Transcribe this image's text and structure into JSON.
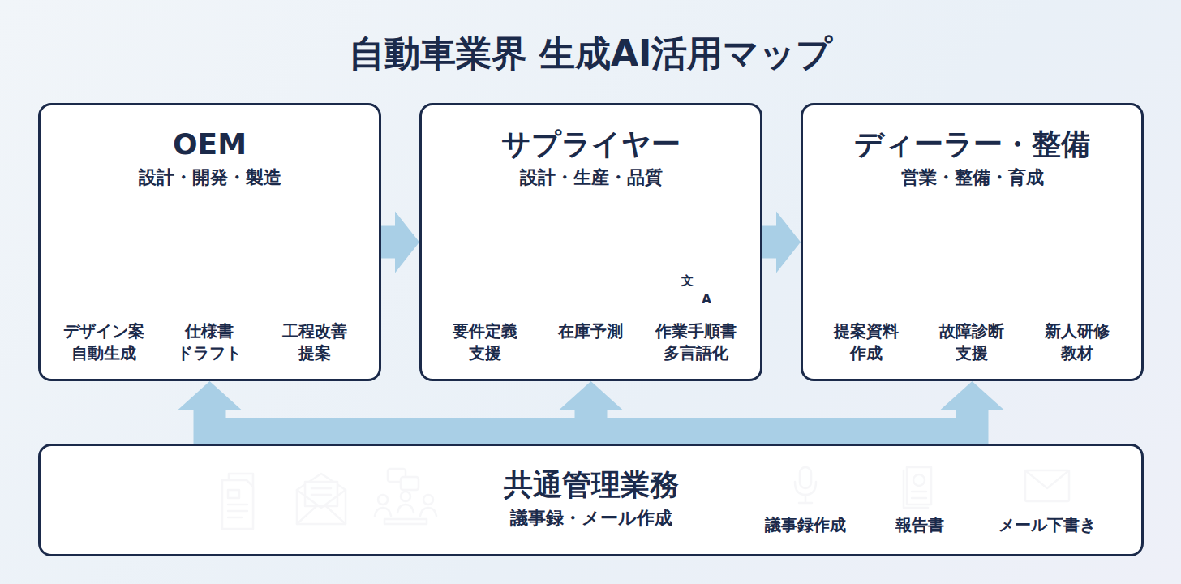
{
  "diagram": {
    "title": "自動車業界 生成AI活用マップ",
    "nodes": [
      {
        "text": [
          "OEM",
          "設計・開発・製造"
        ]
      },
      {
        "text": [
          "サプライヤー",
          "設計・生産・品質"
        ]
      },
      {
        "text": [
          "ディーラー・整備",
          "営業・整備・育成"
        ]
      },
      {
        "text": [
          "共通管理業務",
          "議事録・メール作成"
        ]
      }
    ],
    "edges": [
      {
        "from": 0,
        "to": 1,
        "arrow": "to"
      },
      {
        "from": 1,
        "to": 2,
        "arrow": "to"
      },
      {
        "from": 3,
        "to": 0,
        "arrow": "to"
      },
      {
        "from": 3,
        "to": 1,
        "arrow": "to"
      },
      {
        "from": 3,
        "to": 2,
        "arrow": "to"
      }
    ],
    "labels": [
      "デザイン案 自動生成",
      "仕様書 ドラフト",
      "工程改善 提案",
      "要件定義 支援",
      "在庫予測",
      "作業手順書 多言語化",
      "文",
      "A",
      "提案資料 作成",
      "故障診断 支援",
      "新人研修 教材",
      "議事録作成",
      "報告書",
      "メール下書き"
    ]
  }
}
